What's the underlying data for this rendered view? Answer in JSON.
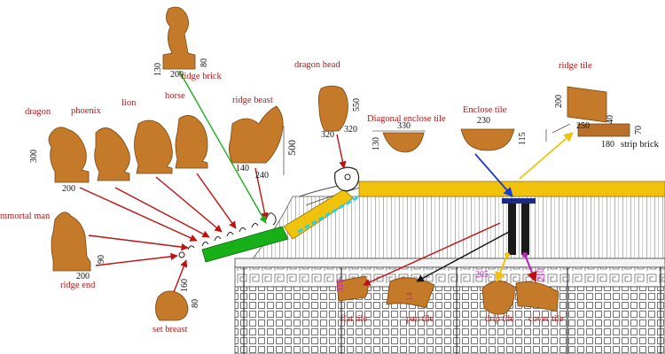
{
  "components": {
    "dragon": "dragon",
    "phoenix": "phoenix",
    "lion": "lion",
    "horse": "horse",
    "ridge_beast": "ridge beast",
    "dragon_head": "dragon head",
    "diagonal_enclose_tile": "Diagonal enclose tile",
    "enclose_tile": "Enclose tile",
    "ridge_tile": "ridge tile",
    "ridge_brick": "ridge brick",
    "immortal_man": "mmortal man",
    "ridge_end": "ridge end",
    "set_breast": "set breast",
    "flat_tile": "flat tile",
    "pan_tile": "pan tile",
    "drip_tile": "drip tile",
    "cover_tile": "cover tile",
    "strip_brick": "strip brick"
  },
  "dimensions": {
    "dragon_300": "300",
    "dragon_200": "200",
    "top_130": "130",
    "top_200": "200",
    "top_80": "80",
    "beast_500": "500",
    "beast_140": "140",
    "beast_240": "240",
    "head_320a": "320",
    "head_320b": "320",
    "head_550": "550",
    "diag_330": "330",
    "diag_130": "130",
    "enc_230": "230",
    "enc_115": "115",
    "rt_200": "200",
    "rt_250": "250",
    "rt_40": "40",
    "rt_180": "180",
    "rt_70": "70",
    "im_90": "90",
    "im_200": "200",
    "sb_160": "160",
    "sb_80": "80",
    "drip_205": "205",
    "m_310": "310",
    "m_14": "14",
    "m_210": "210"
  },
  "colors": {
    "label_red": "#b01818",
    "arrow_red": "#c01010",
    "green": "#18b018",
    "yellow": "#f0c20c",
    "cyan": "#22d4e8",
    "blue": "#1a3ad0",
    "magenta": "#c020c0",
    "glaze_brown": "#c47a28",
    "dark": "#222222"
  }
}
